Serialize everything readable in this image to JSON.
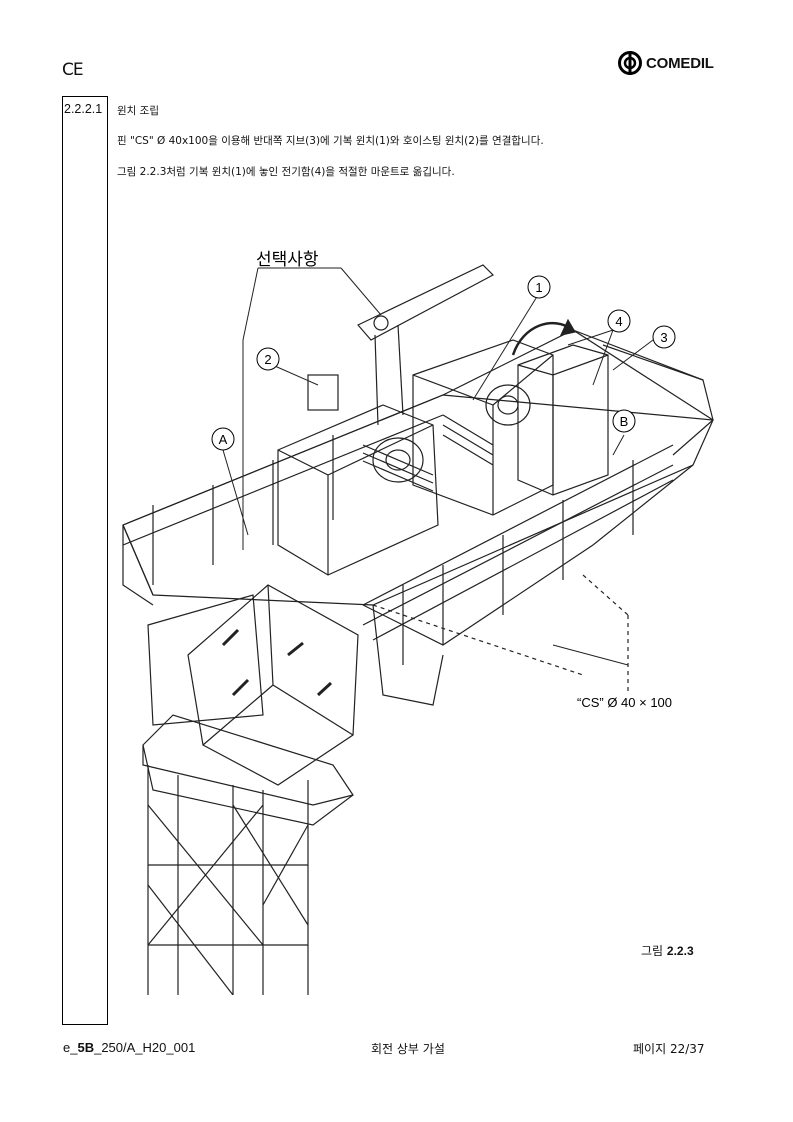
{
  "header": {
    "ce_mark": "CE",
    "logo_text": "COMEDIL"
  },
  "section": {
    "number": "2.2.2.1",
    "title": "윈치 조립",
    "paragraphs": [
      "핀 \"CS\" Ø 40x100을 이용해 반대쪽 지브(3)에 기복 윈치(1)와 호이스팅 윈치(2)를 연결합니다.",
      "그림 2.2.3처럼 기복 윈치(1)에 놓인 전기함(4)을 적절한 마운트로 옮깁니다."
    ]
  },
  "figure": {
    "optional_label": "선택사항",
    "callouts": [
      "1",
      "2",
      "3",
      "4",
      "A",
      "B"
    ],
    "pin_label": "“CS” Ø 40 × 100",
    "caption_prefix": "그림",
    "caption_number": "2.2.3"
  },
  "footer": {
    "doc_prefix": "e_",
    "doc_bold": "5B",
    "doc_suffix": "_250/A_H20_001",
    "center": "회전 상부 가설",
    "page_label": "페이지",
    "page_number": "22/37"
  }
}
